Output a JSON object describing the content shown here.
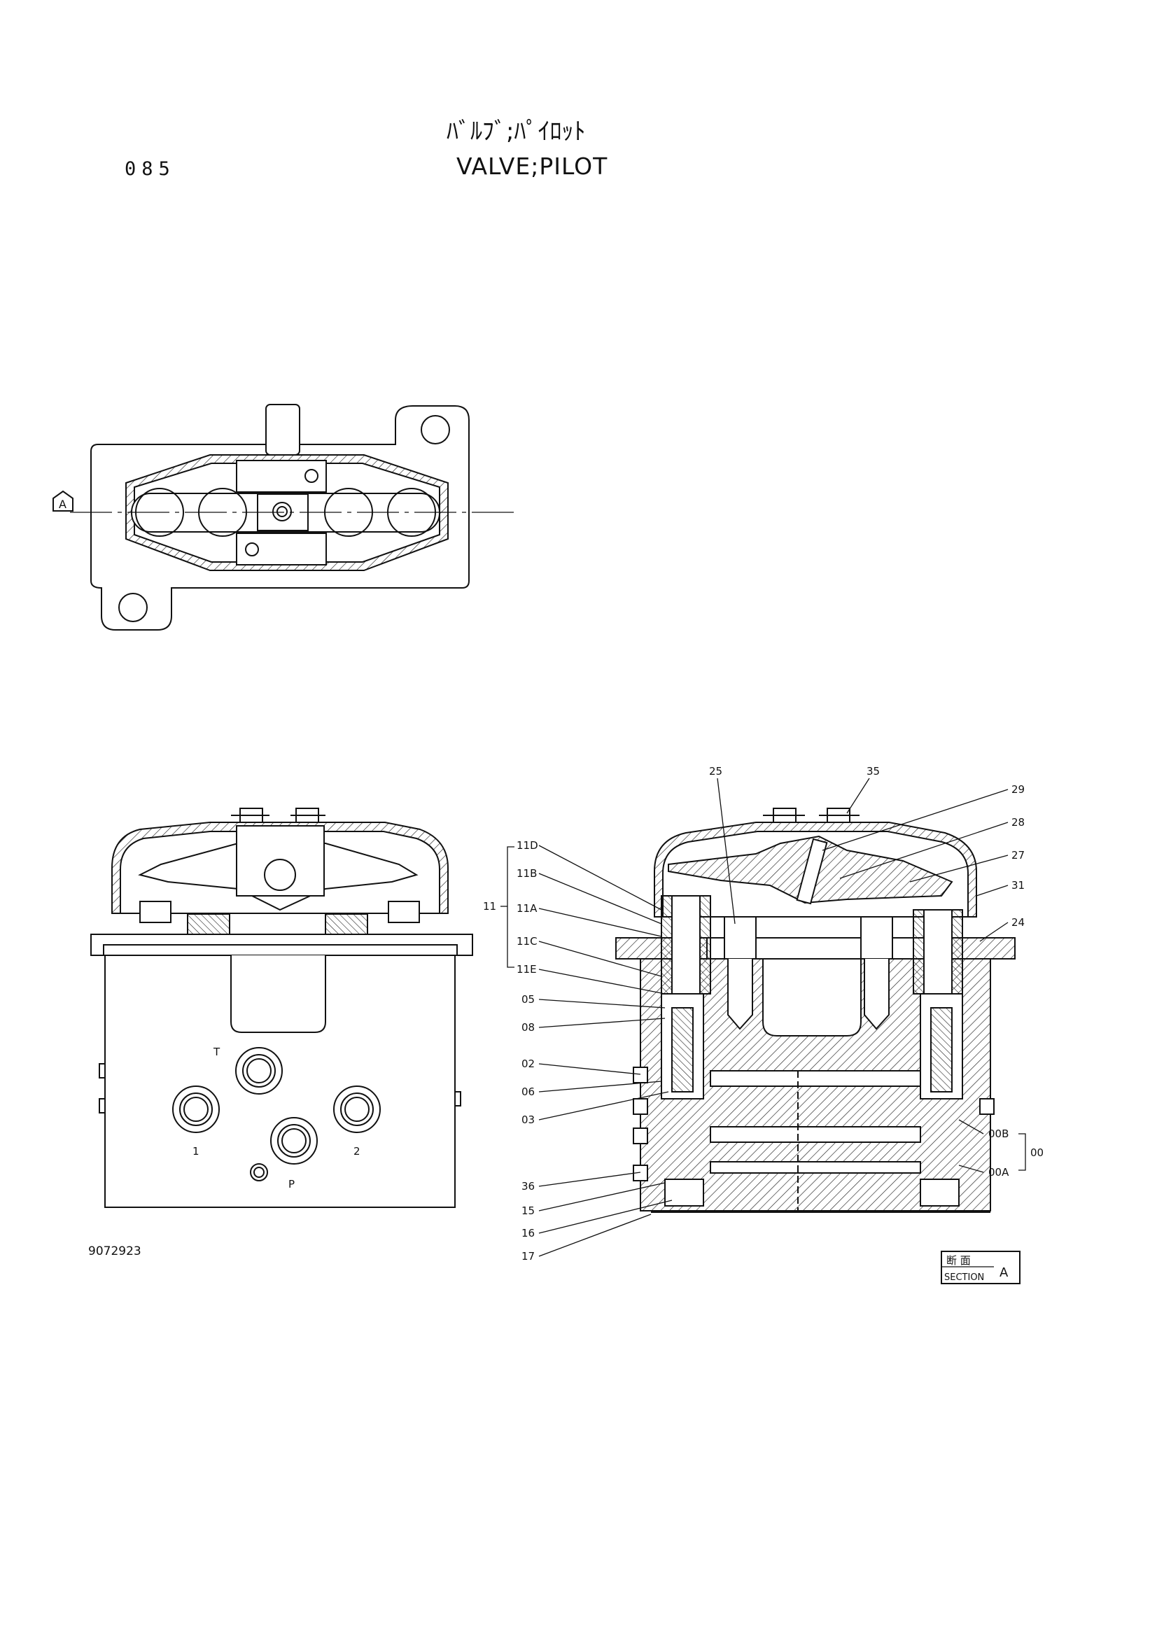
{
  "header": {
    "page_number": "085",
    "title_jp": "ﾊﾞﾙﾌﾞ;ﾊﾟｲﾛｯﾄ",
    "title_en": "VALVE;PILOT"
  },
  "top_view": {
    "section_marker": "A"
  },
  "front_view": {
    "port_labels": [
      "T",
      "1",
      "P",
      "2"
    ]
  },
  "section_view": {
    "callouts_left": [
      "11D",
      "11B",
      "11A",
      "11C",
      "11E",
      "05",
      "08",
      "02",
      "06",
      "03",
      "36",
      "15",
      "16",
      "17"
    ],
    "callouts_top": [
      "25",
      "35"
    ],
    "callouts_right": [
      "29",
      "28",
      "27",
      "31",
      "24",
      "00B",
      "00A"
    ],
    "group_left": "11",
    "group_right": "00",
    "section_box": {
      "jp": "断 面",
      "en": "SECTION",
      "letter": "A"
    }
  },
  "footer": {
    "drawing_number": "9072923"
  }
}
